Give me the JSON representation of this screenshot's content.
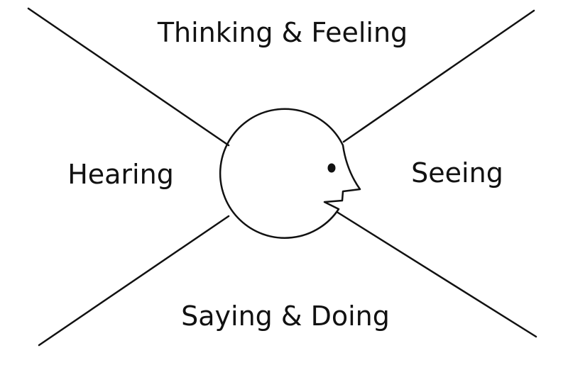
{
  "title": "Empathy Map",
  "quadrants": {
    "top": "Thinking & Feeling",
    "left": "Hearing",
    "right": "Seeing",
    "bottom": "Saying & Doing"
  },
  "colors": {
    "stroke": "#111111",
    "background": "#ffffff"
  },
  "icons": {
    "center": "head-profile-icon"
  }
}
